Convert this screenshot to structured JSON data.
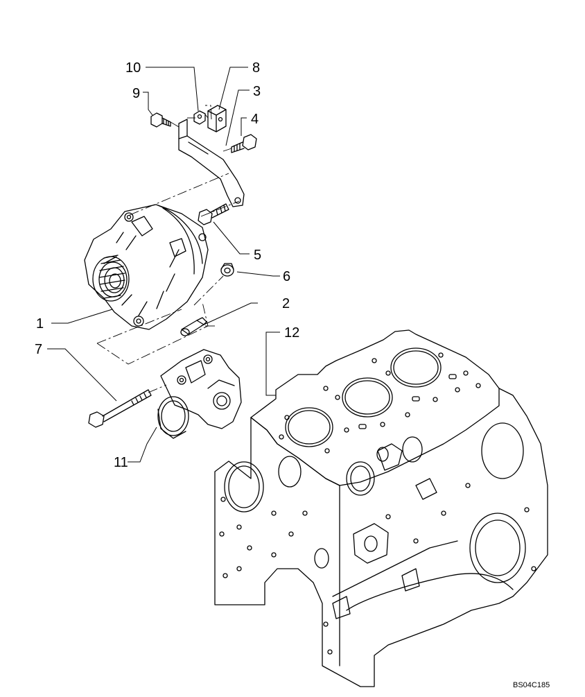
{
  "callouts": [
    "1",
    "2",
    "3",
    "4",
    "5",
    "6",
    "7",
    "8",
    "9",
    "10",
    "11",
    "12"
  ],
  "drawing_ref": "BS04C185"
}
